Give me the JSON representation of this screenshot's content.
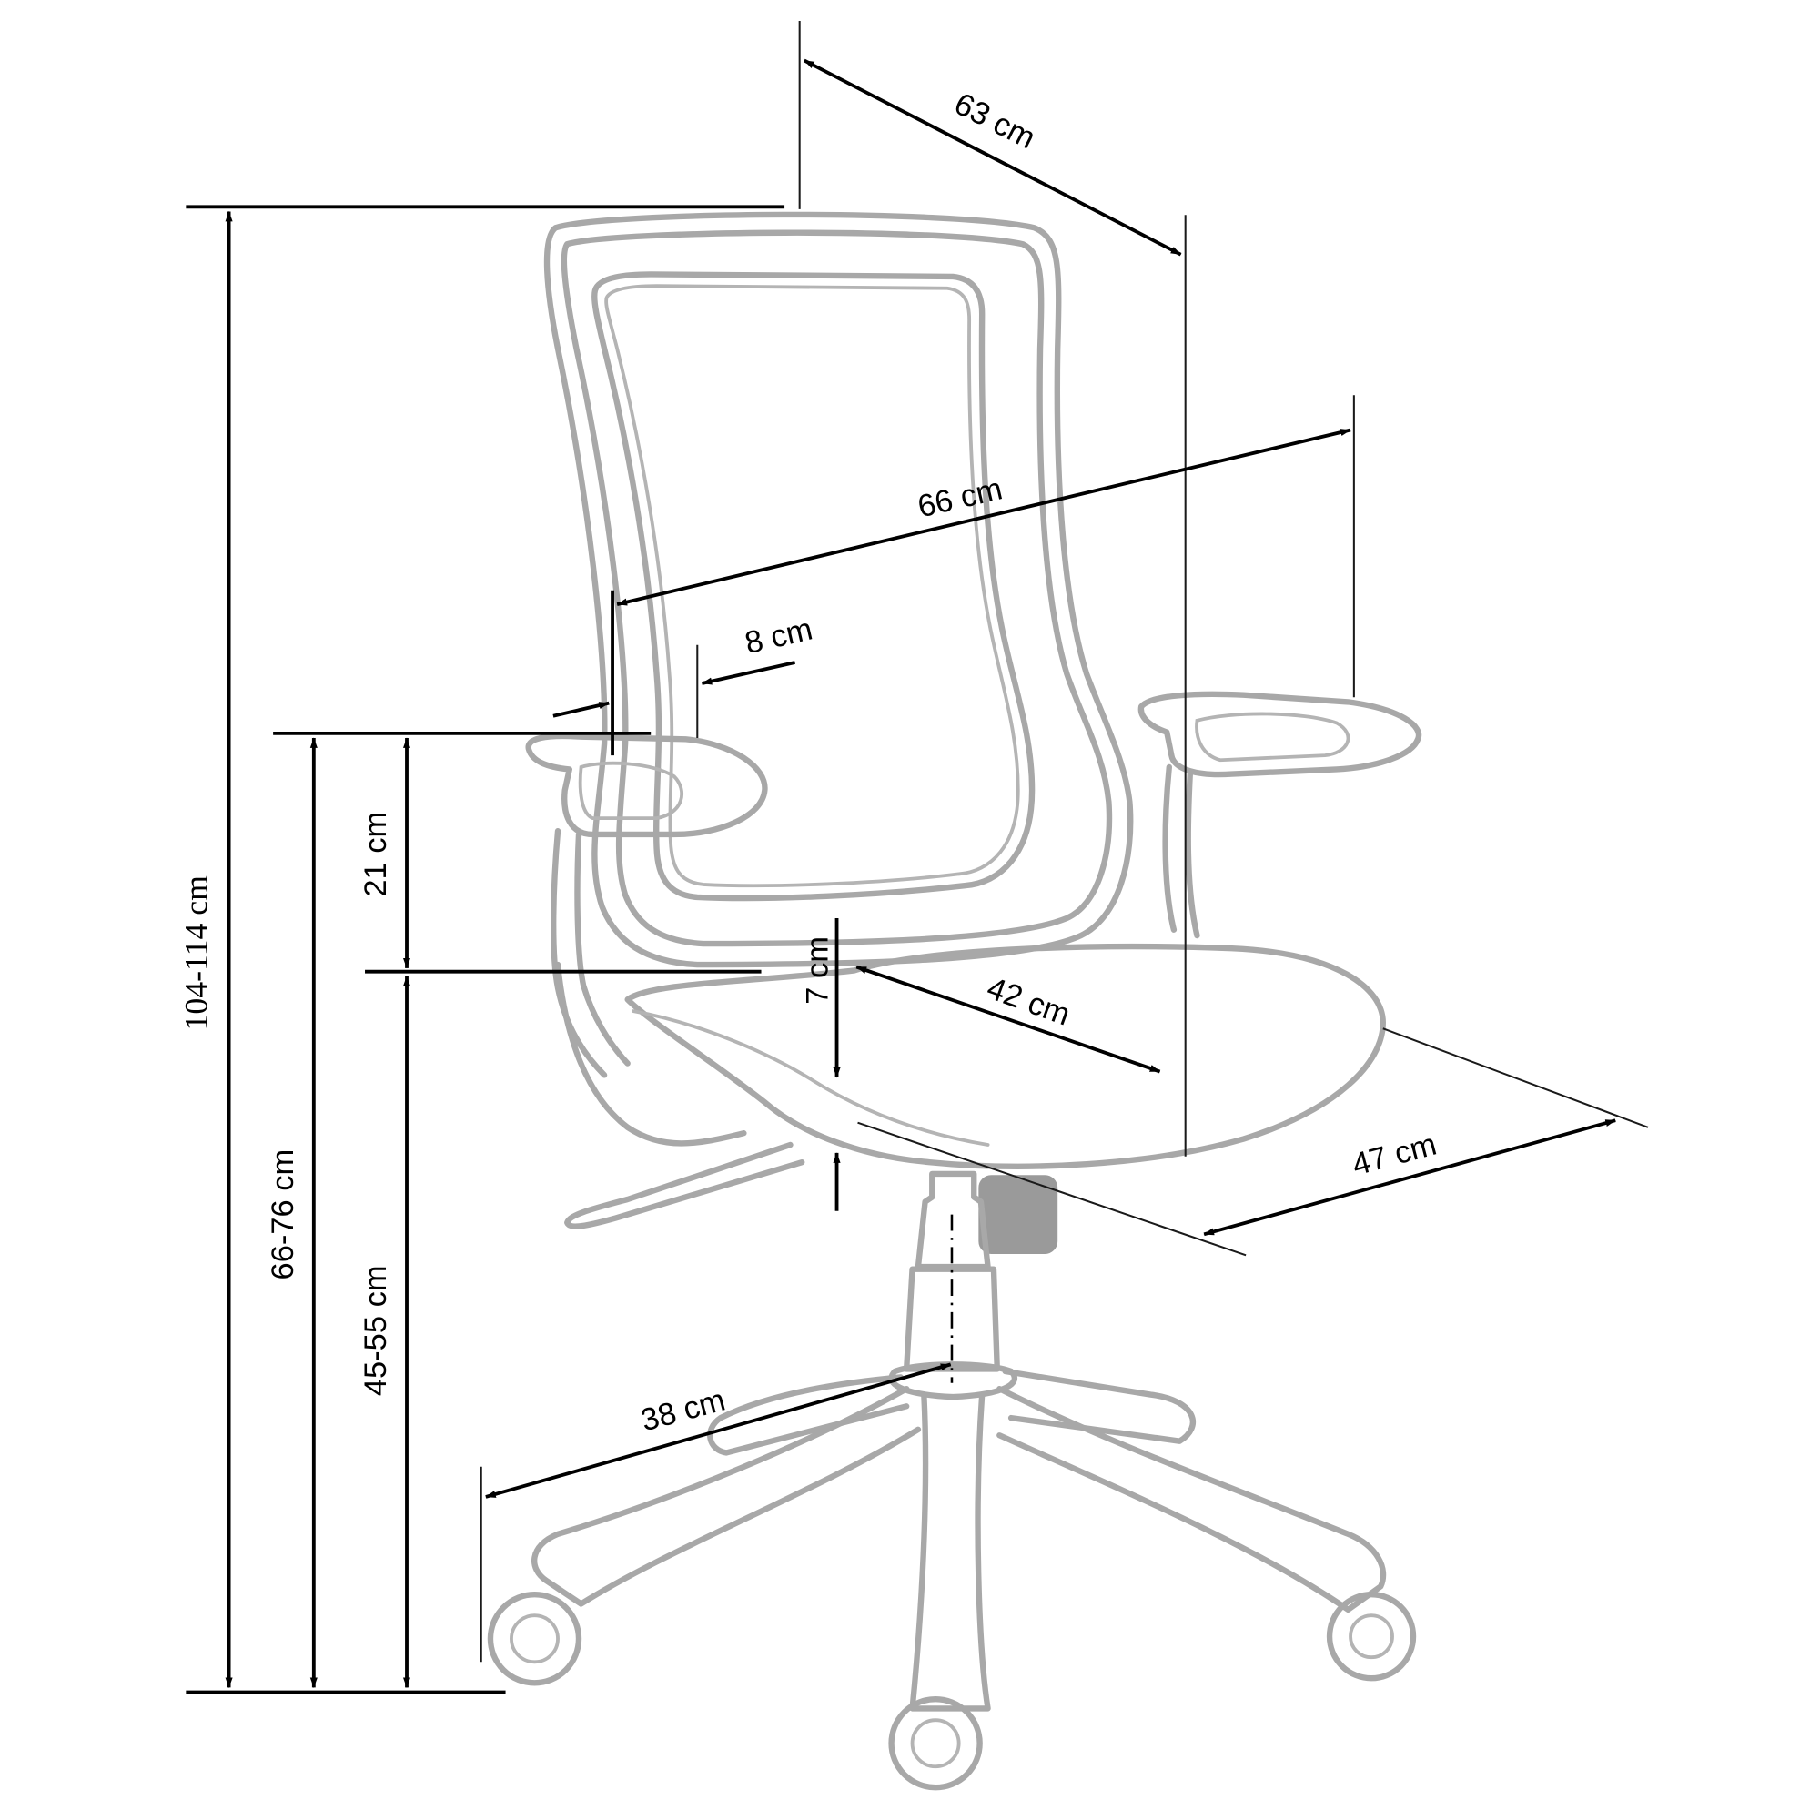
{
  "diagram": {
    "type": "dimension-drawing",
    "subject": "office swivel chair with mesh back and flip-up armrests",
    "line_color": "#a8a8a8",
    "dimension_color": "#000000",
    "dimensions": {
      "depth_overall": "63 cm",
      "width_overall": "66 cm",
      "armrest_width": "8 cm",
      "height_overall": "104-114 cm",
      "armrest_height": "66-76 cm",
      "armrest_above_seat": "21 cm",
      "seat_height": "45-55 cm",
      "seat_thickness": "7 cm",
      "seat_depth": "42 cm",
      "seat_width": "47 cm",
      "base_radius": "38 cm"
    }
  }
}
